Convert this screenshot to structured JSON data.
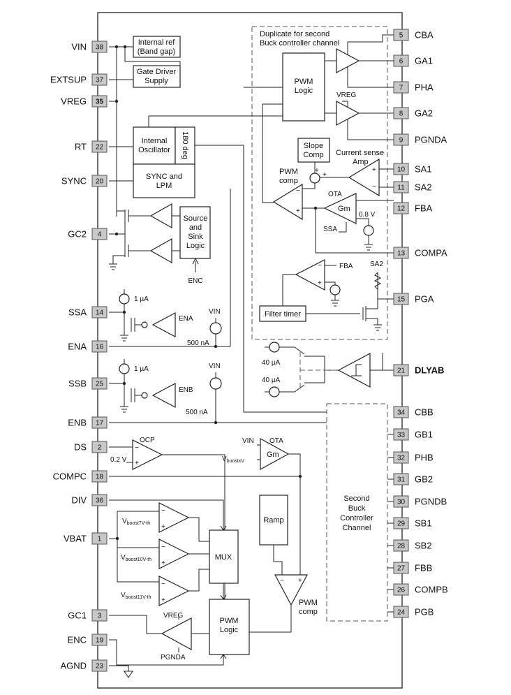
{
  "left_pins": [
    {
      "num": "38",
      "label": "VIN"
    },
    {
      "num": "37",
      "label": "EXTSUP"
    },
    {
      "num": "35",
      "label": "VREG"
    },
    {
      "num": "22",
      "label": "RT"
    },
    {
      "num": "20",
      "label": "SYNC"
    },
    {
      "num": "4",
      "label": "GC2"
    },
    {
      "num": "14",
      "label": "SSA"
    },
    {
      "num": "16",
      "label": "ENA"
    },
    {
      "num": "25",
      "label": "SSB"
    },
    {
      "num": "17",
      "label": "ENB"
    },
    {
      "num": "2",
      "label": "DS"
    },
    {
      "num": "18",
      "label": "COMPC"
    },
    {
      "num": "36",
      "label": "DIV"
    },
    {
      "num": "1",
      "label": "VBAT"
    },
    {
      "num": "3",
      "label": "GC1"
    },
    {
      "num": "19",
      "label": "ENC"
    },
    {
      "num": "23",
      "label": "AGND"
    }
  ],
  "right_pins": [
    {
      "num": "5",
      "label": "CBA"
    },
    {
      "num": "6",
      "label": "GA1"
    },
    {
      "num": "7",
      "label": "PHA"
    },
    {
      "num": "8",
      "label": "GA2"
    },
    {
      "num": "9",
      "label": "PGNDA"
    },
    {
      "num": "10",
      "label": "SA1"
    },
    {
      "num": "11",
      "label": "SA2"
    },
    {
      "num": "12",
      "label": "FBA"
    },
    {
      "num": "13",
      "label": "COMPA"
    },
    {
      "num": "15",
      "label": "PGA"
    },
    {
      "num": "21",
      "label": "DLYAB"
    },
    {
      "num": "34",
      "label": "CBB"
    },
    {
      "num": "33",
      "label": "GB1"
    },
    {
      "num": "32",
      "label": "PHB"
    },
    {
      "num": "31",
      "label": "GB2"
    },
    {
      "num": "30",
      "label": "PGNDB"
    },
    {
      "num": "29",
      "label": "SB1"
    },
    {
      "num": "28",
      "label": "SB2"
    },
    {
      "num": "27",
      "label": "FBB"
    },
    {
      "num": "26",
      "label": "COMPB"
    },
    {
      "num": "24",
      "label": "PGB"
    }
  ],
  "blocks": {
    "internal_ref": [
      "Internal ref",
      "(Band gap)"
    ],
    "gate_driver": [
      "Gate Driver",
      "Supply"
    ],
    "internal_osc": [
      "Internal",
      "Oscillator"
    ],
    "deg180": "180 deg",
    "sync_lpm": [
      "SYNC and",
      "LPM"
    ],
    "source_sink": [
      "Source",
      "and",
      "Sink",
      "Logic"
    ],
    "enc_input": "ENC",
    "pwm_logic_a": [
      "PWM",
      "Logic"
    ],
    "slope_comp": [
      "Slope",
      "Comp"
    ],
    "filter_timer": "Filter timer",
    "second_buck": [
      "Second",
      "Buck",
      "Controller",
      "Channel"
    ],
    "mux": "MUX",
    "ramp": "Ramp",
    "pwm_logic_c": [
      "PWM",
      "Logic"
    ]
  },
  "labels": {
    "duplicate_note": [
      "Duplicate for second",
      "Buck controller channel"
    ],
    "vreg_a": "VREG",
    "current_sense": [
      "Current sense",
      "Amp"
    ],
    "pwm_comp_a": [
      "PWM",
      "comp"
    ],
    "ota_a": "OTA",
    "gm_a": "Gm",
    "v08": "0.8 V",
    "ssa_in": "SSA",
    "fba_in": "FBA",
    "sa2_in": "SA2",
    "i1ua_a": "1 µA",
    "ena_in": "ENA",
    "vin_a": "VIN",
    "i500na_a": "500 nA",
    "i40ua_1": "40 µA",
    "i40ua_2": "40 µA",
    "i1ua_b": "1 µA",
    "enb_in": "ENB",
    "vin_b": "VIN",
    "i500na_b": "500 nA",
    "ocp": "OCP",
    "v02": "0.2 V",
    "vin_c": "VIN",
    "ota_c": "OTA",
    "vboostx": "V",
    "vboostx_sub": "boostxV",
    "gm_c": "Gm",
    "vb7": "V",
    "vb7_sub": "boost7V-th",
    "vb10": "V",
    "vb10_sub": "boost10V-th",
    "vb11": "V",
    "vb11_sub": "boost11V-th",
    "pwm_comp_c": [
      "PWM",
      "comp"
    ],
    "vreg_c": "VREG",
    "pgnda_c": "PGNDA"
  }
}
